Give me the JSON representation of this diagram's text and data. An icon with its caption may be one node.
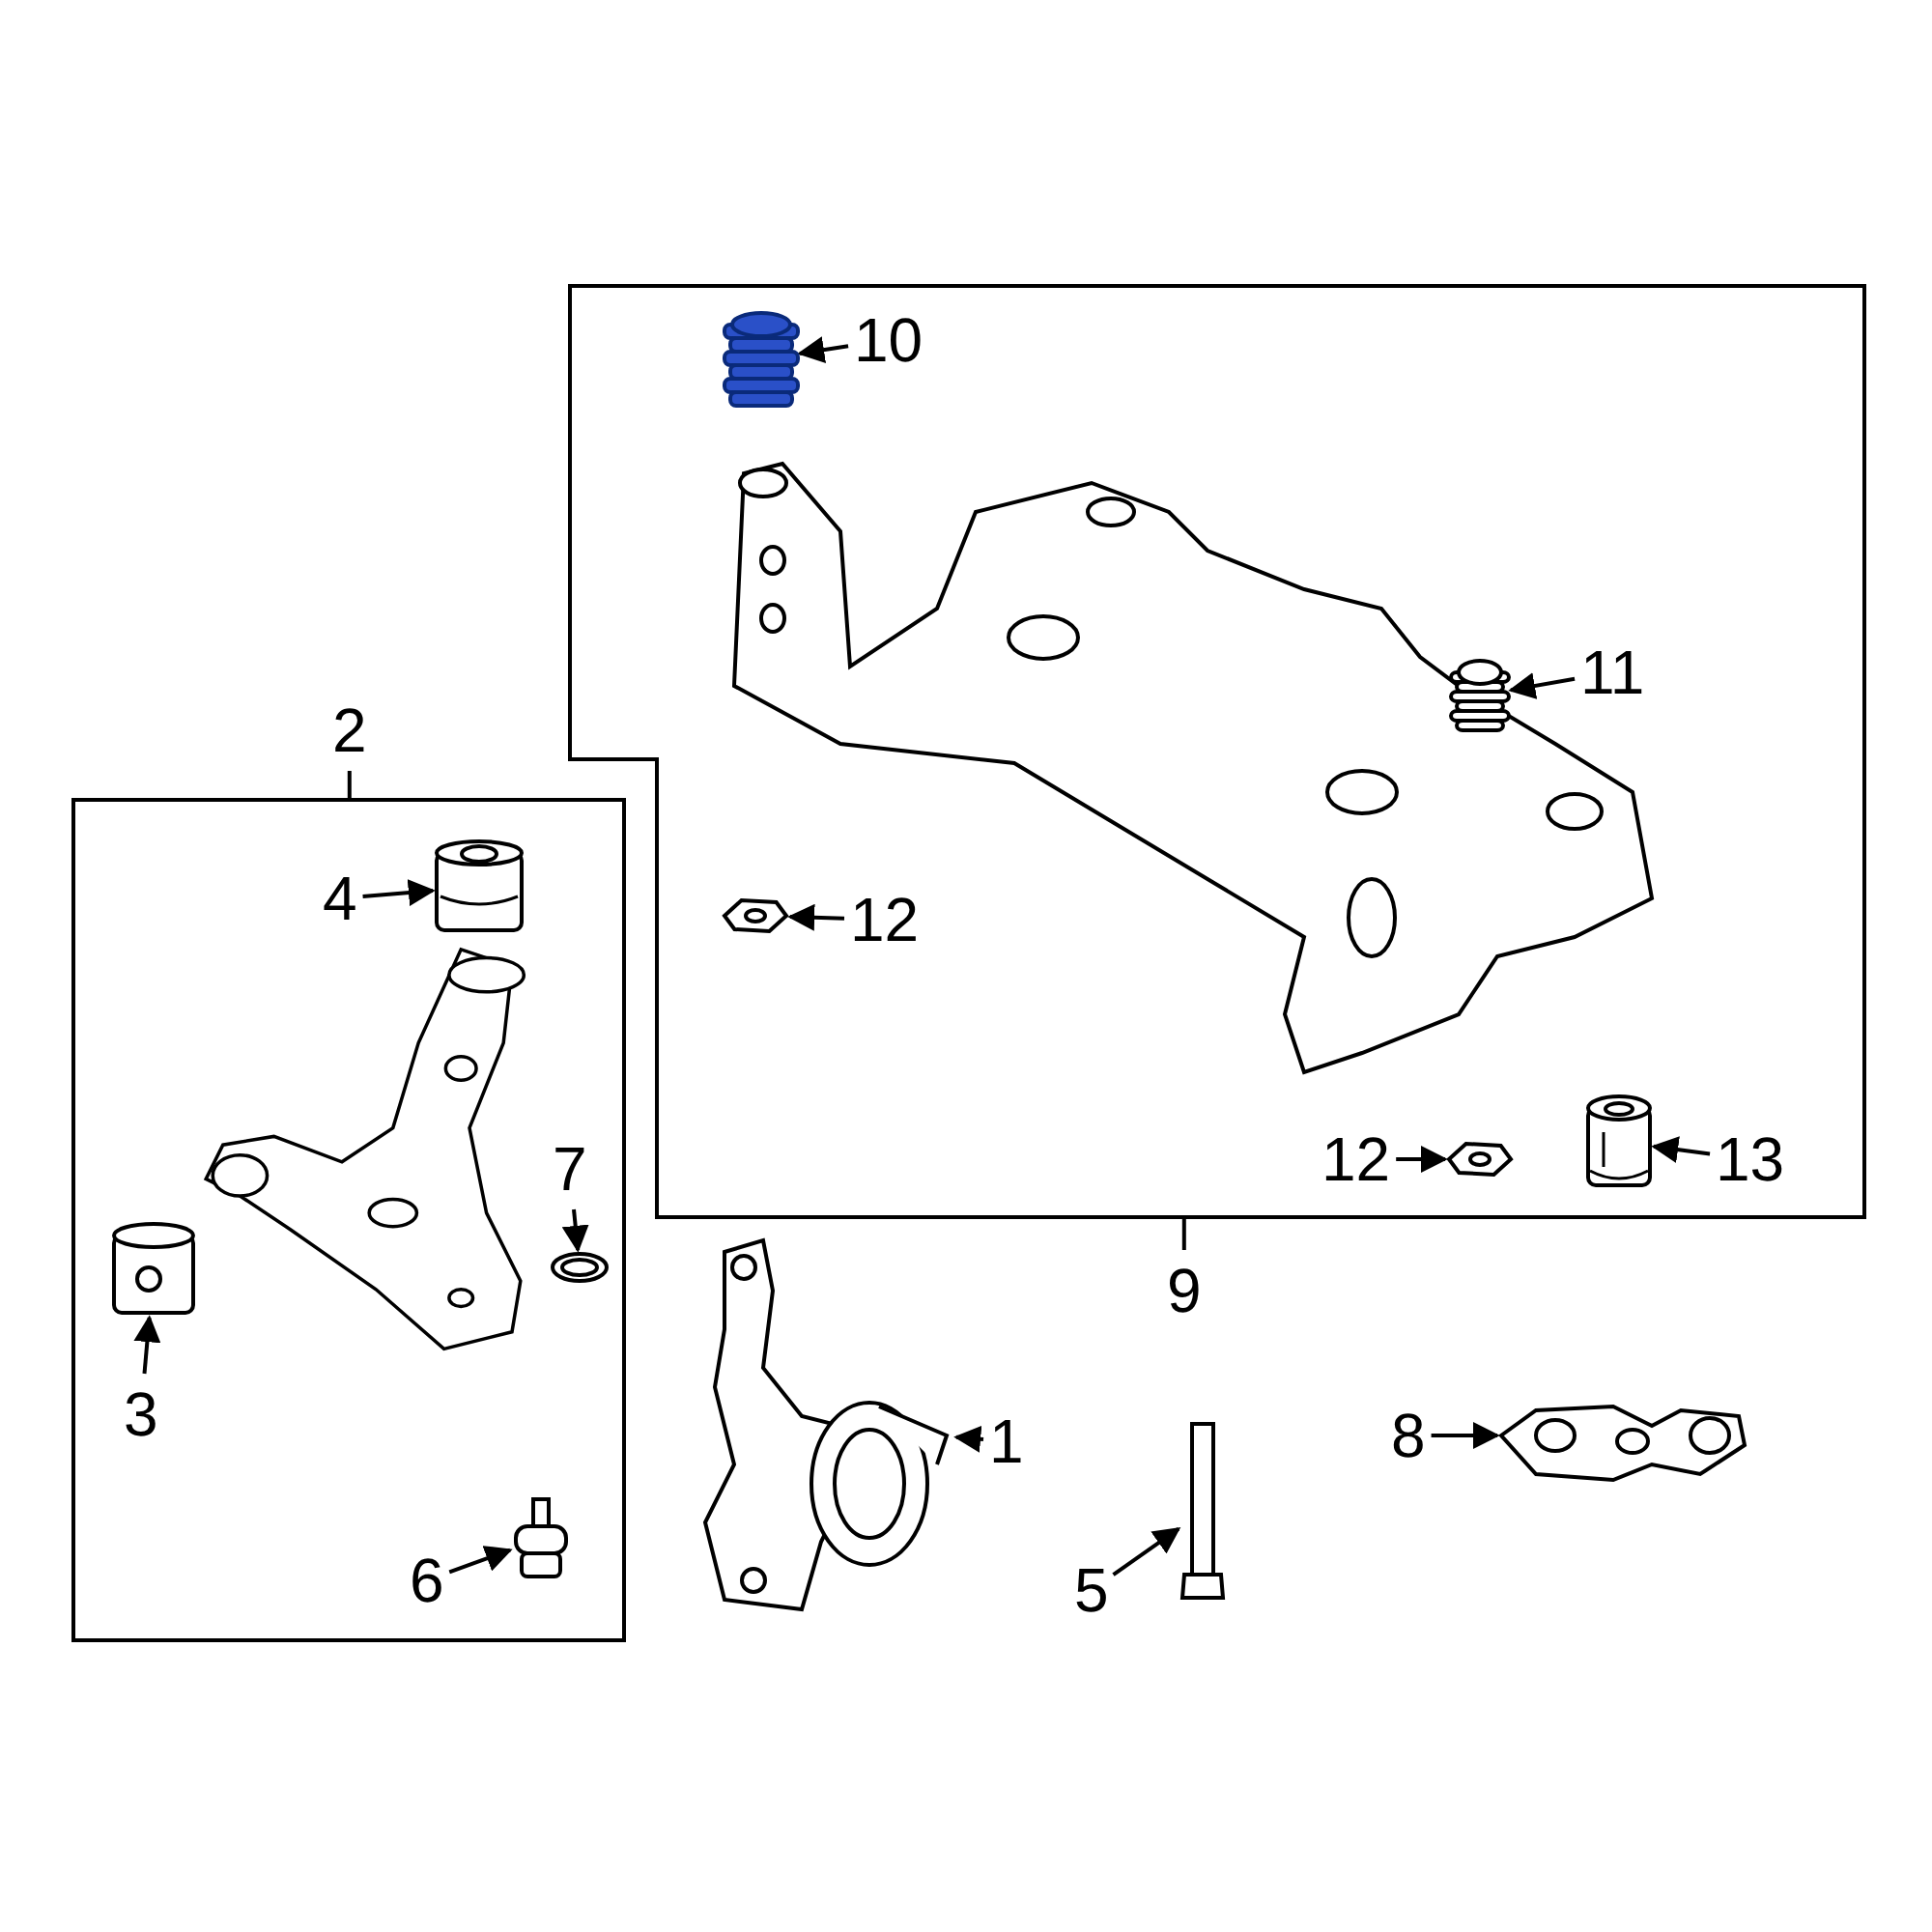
{
  "diagram": {
    "nodes": [
      {
        "text": [
          "2"
        ]
      },
      {
        "text": [],
        "shape": "box"
      },
      {
        "text": [
          "4"
        ],
        "in": 1
      },
      {
        "text": [],
        "shape": "picture",
        "in": 1
      },
      {
        "text": [
          "7"
        ],
        "in": 1
      },
      {
        "text": [],
        "shape": "picture",
        "in": 1
      },
      {
        "text": [],
        "shape": "picture",
        "in": 1
      },
      {
        "text": [
          "3"
        ],
        "in": 1
      },
      {
        "text": [
          "6"
        ],
        "in": 1
      },
      {
        "text": [],
        "shape": "picture",
        "in": 1
      },
      {
        "text": [],
        "shape": "box"
      },
      {
        "text": [
          "10"
        ],
        "in": 10
      },
      {
        "text": [],
        "shape": "picture",
        "in": 10
      },
      {
        "text": [
          "11"
        ],
        "in": 10
      },
      {
        "text": [],
        "shape": "picture",
        "in": 10
      },
      {
        "text": [
          "12"
        ],
        "in": 10
      },
      {
        "text": [],
        "shape": "picture",
        "in": 10
      },
      {
        "text": [
          "12"
        ],
        "in": 10
      },
      {
        "text": [],
        "shape": "picture",
        "in": 10
      },
      {
        "text": [
          "13"
        ],
        "in": 10
      },
      {
        "text": [],
        "shape": "picture",
        "in": 10
      },
      {
        "text": [
          "9"
        ]
      },
      {
        "text": [],
        "shape": "picture"
      },
      {
        "text": [
          "1"
        ]
      },
      {
        "text": [],
        "shape": "picture"
      },
      {
        "text": [
          "5"
        ]
      },
      {
        "text": [],
        "shape": "picture"
      },
      {
        "text": [
          "8"
        ]
      }
    ],
    "edges": [
      {
        "from": 0,
        "to": 1,
        "arrow": "none"
      },
      {
        "from": 2,
        "to": 3,
        "arrow": "to"
      },
      {
        "from": 4,
        "to": 5,
        "arrow": "to"
      },
      {
        "from": 7,
        "to": 6,
        "arrow": "to"
      },
      {
        "from": 8,
        "to": 9,
        "arrow": "to"
      },
      {
        "from": 11,
        "to": 12,
        "arrow": "to"
      },
      {
        "from": 13,
        "to": 14,
        "arrow": "to"
      },
      {
        "from": 15,
        "to": 16,
        "arrow": "to"
      },
      {
        "from": 17,
        "to": 18,
        "arrow": "to"
      },
      {
        "from": 19,
        "to": 20,
        "arrow": "to"
      },
      {
        "from": 21,
        "to": 10,
        "arrow": "none"
      },
      {
        "from": 23,
        "to": 22,
        "arrow": "to"
      },
      {
        "from": 25,
        "to": 24,
        "arrow": "to"
      },
      {
        "from": 27,
        "to": 26,
        "arrow": "to"
      }
    ]
  }
}
